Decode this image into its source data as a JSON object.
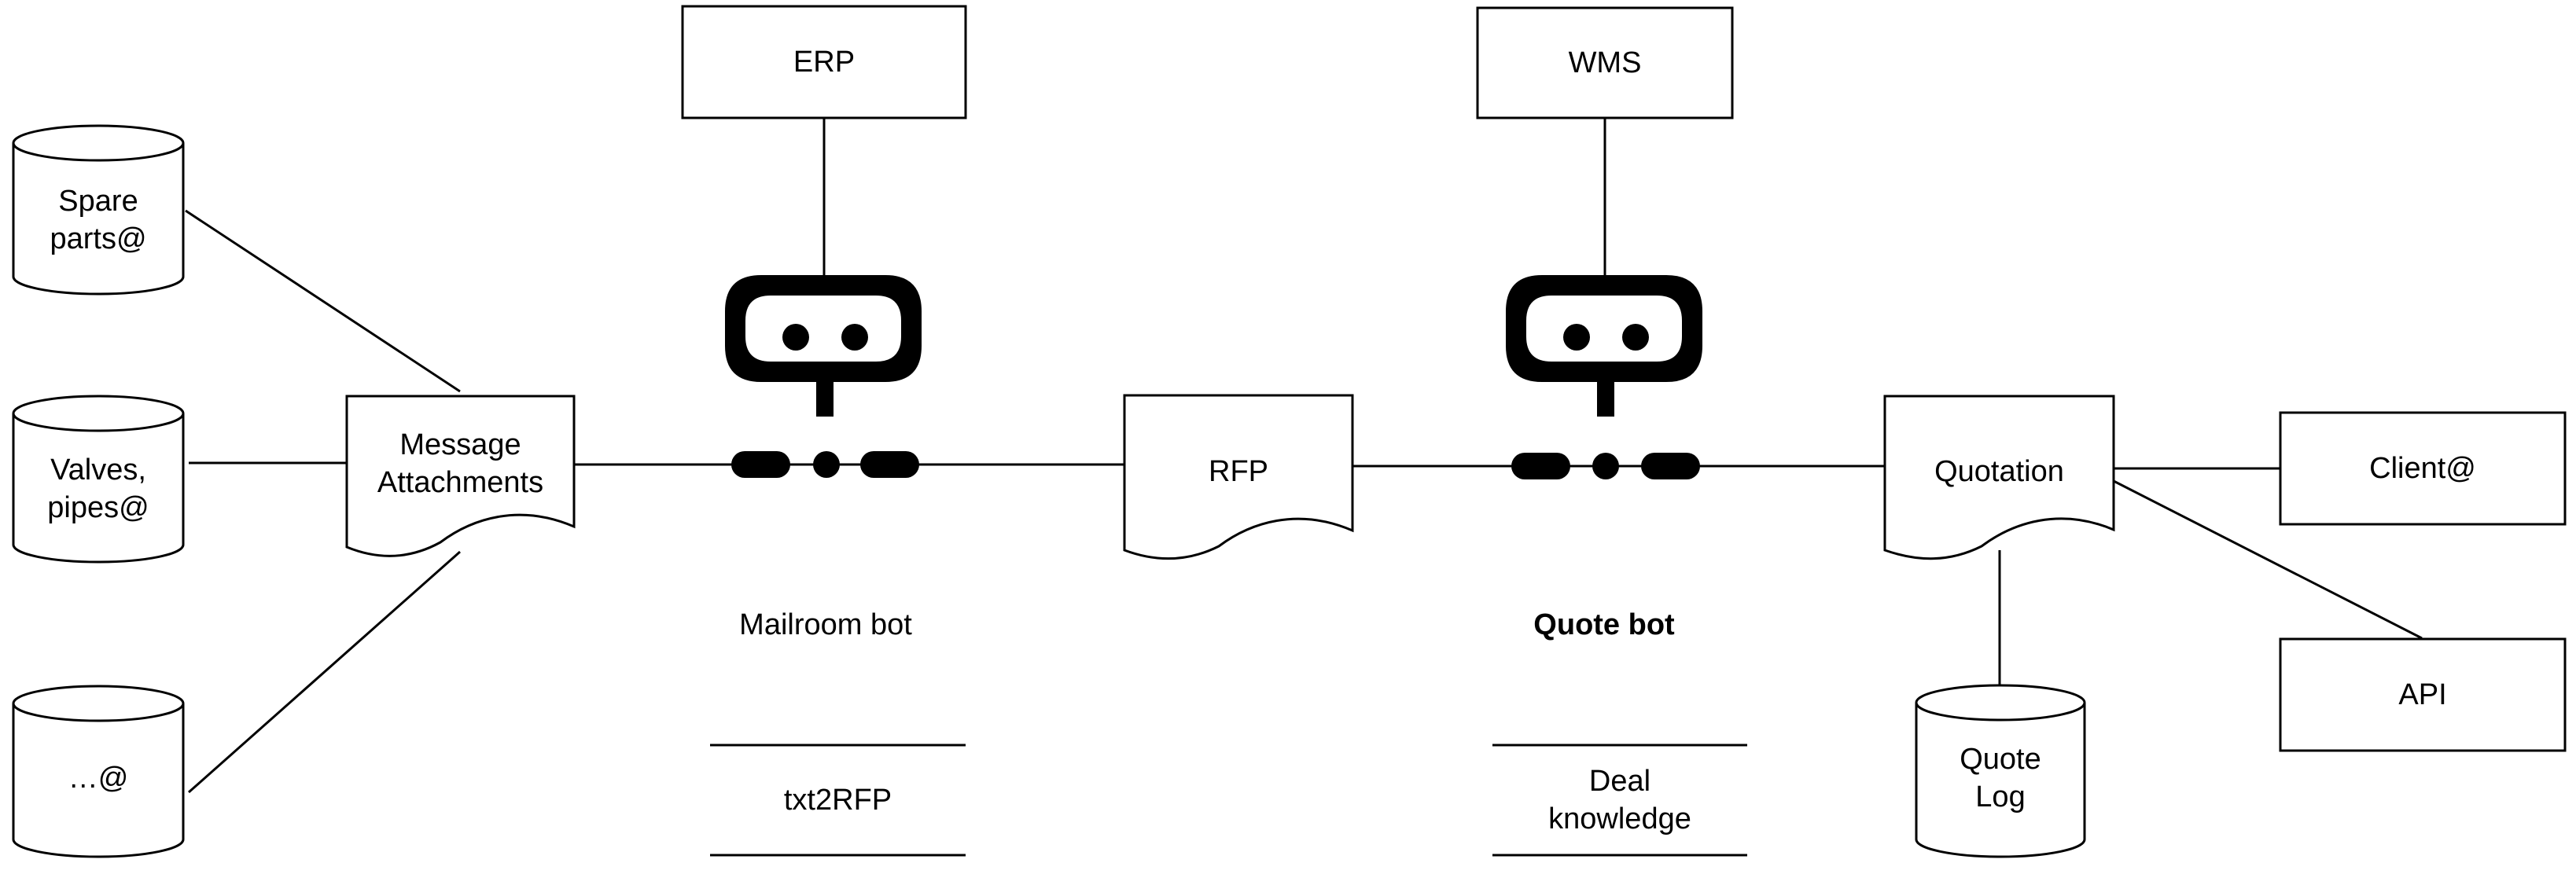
{
  "diagram": {
    "sources": {
      "spare_parts": [
        "Spare",
        "parts@"
      ],
      "valves_pipes": [
        "Valves,",
        "pipes@"
      ],
      "other": [
        "…@"
      ]
    },
    "message_attachments": [
      "Message",
      "Attachments"
    ],
    "mailroom": {
      "system": "ERP",
      "bot_label": "Mailroom bot",
      "skill": "txt2RFP"
    },
    "rfp": "RFP",
    "quote": {
      "system": "WMS",
      "bot_label": "Quote bot",
      "skill": [
        "Deal",
        "knowledge"
      ]
    },
    "quotation": "Quotation",
    "quote_log": [
      "Quote",
      "Log"
    ],
    "client": "Client@",
    "api": "API"
  }
}
